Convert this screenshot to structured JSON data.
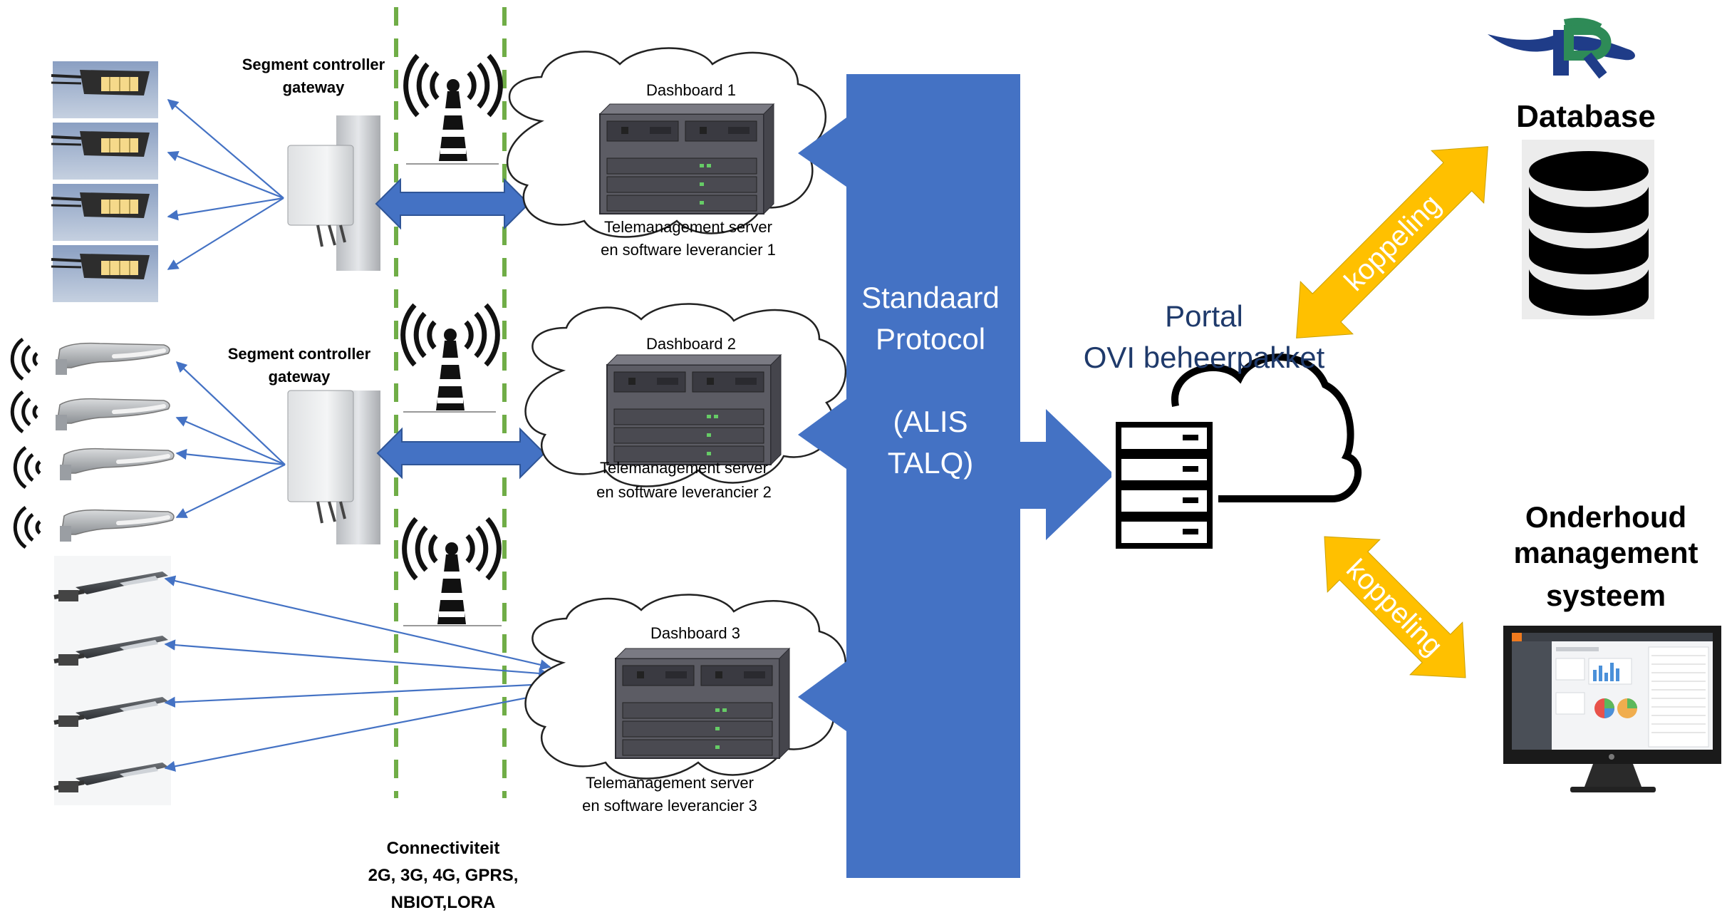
{
  "segment_controllers": [
    {
      "label_line1": "Segment controller",
      "label_line2": "gateway"
    },
    {
      "label_line1": "Segment controller",
      "label_line2": "gateway"
    }
  ],
  "dashboards": [
    {
      "title": "Dashboard 1",
      "line1": "Telemanagement server",
      "line2": "en software leverancier 1"
    },
    {
      "title": "Dashboard 2",
      "line1": "Telemanagement server",
      "line2": "en software  leverancier 2"
    },
    {
      "title": "Dashboard 3",
      "line1": "Telemanagement server",
      "line2": "en software  leverancier 3"
    }
  ],
  "protocol": {
    "line1": "Standaard",
    "line2": "Protocol",
    "line3": "(ALIS",
    "line4": "TALQ)",
    "color": "#4472c4"
  },
  "portal": {
    "line1": "Portal",
    "line2": "OVI beheerpakket"
  },
  "database": {
    "label": "Database"
  },
  "maintenance": {
    "line1": "Onderhoud",
    "line2": "management",
    "line3": "systeem"
  },
  "links": {
    "top": "koppeling",
    "bottom": "koppeling",
    "color": "#ffc000"
  },
  "connectivity": {
    "line1": "Connectiviteit",
    "line2": "2G, 3G, 4G, GPRS,",
    "line3": "NBIOT,LORA"
  },
  "colors": {
    "arrow_blue": "#4472c4",
    "dashed_green": "#70ad47",
    "koppeling_orange": "#ffc000"
  },
  "icons": [
    "streetlight-icon",
    "antenna-icon",
    "server-icon",
    "cloud-icon",
    "database-icon",
    "monitor-icon",
    "wifi-icon",
    "logo-icon"
  ]
}
